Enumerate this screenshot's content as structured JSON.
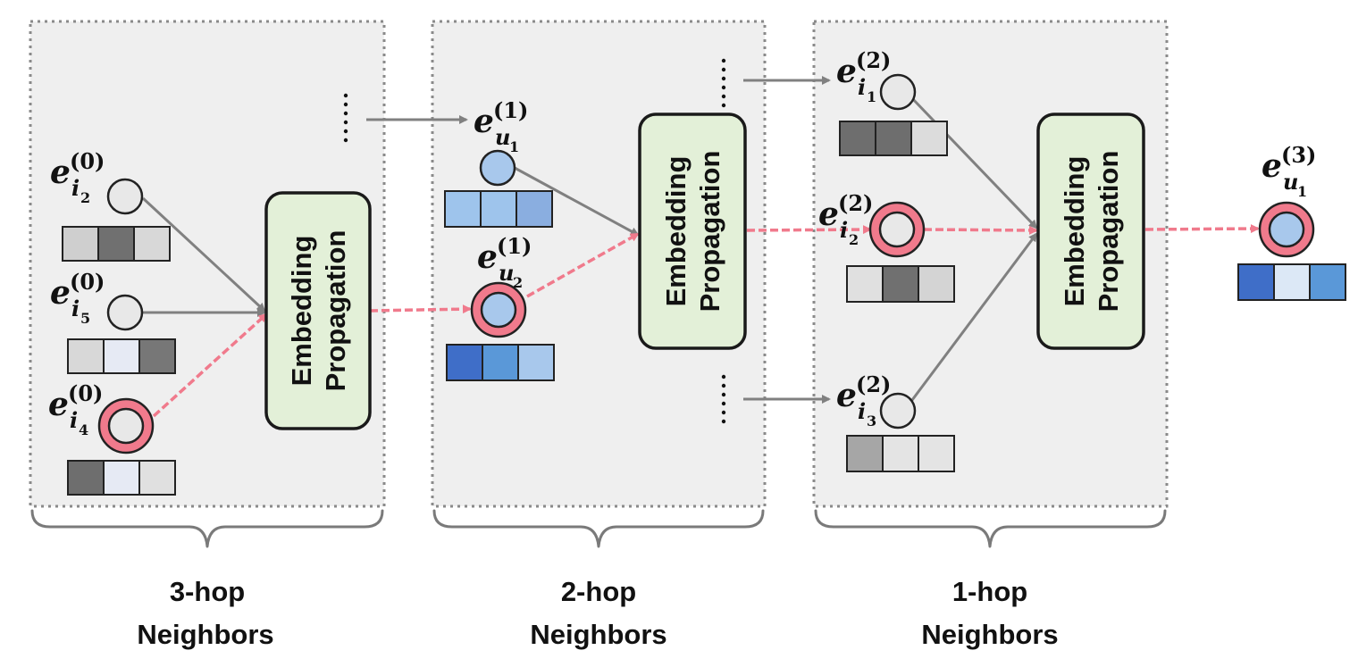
{
  "colors": {
    "panel_fill": "#efefef",
    "panel_border": "#8a8a8a",
    "propagation_fill": "#e3f0d8",
    "highlight_edge": "#f07a8c",
    "edge": "#808080",
    "item_node": "#e8e8e8",
    "user_node": "#a8c8ec"
  },
  "panels": [
    {
      "hop_line1": "3-hop",
      "hop_line2": "Neighbors"
    },
    {
      "hop_line1": "2-hop",
      "hop_line2": "Neighbors"
    },
    {
      "hop_line1": "1-hop",
      "hop_line2": "Neighbors"
    }
  ],
  "propagation_blocks": [
    {
      "line1": "Embedding",
      "line2": "Propagation"
    },
    {
      "line1": "Embedding",
      "line2": "Propagation"
    },
    {
      "line1": "Embedding",
      "line2": "Propagation"
    }
  ],
  "ellipsis": "......",
  "nodes": [
    {
      "id": "i2_0",
      "base": "e",
      "layer": "(0)",
      "sub": "i",
      "subsub": "2",
      "type": "item",
      "highlighted": false,
      "embedding": [
        "#cfcfcf",
        "#707070",
        "#d8d8d8"
      ]
    },
    {
      "id": "i5_0",
      "base": "e",
      "layer": "(0)",
      "sub": "i",
      "subsub": "5",
      "type": "item",
      "highlighted": false,
      "embedding": [
        "#d8d8d8",
        "#e6eaf4",
        "#777777"
      ]
    },
    {
      "id": "i4_0",
      "base": "e",
      "layer": "(0)",
      "sub": "i",
      "subsub": "4",
      "type": "item",
      "highlighted": true,
      "embedding": [
        "#6e6e6e",
        "#e6eaf4",
        "#e0e0e0"
      ]
    },
    {
      "id": "u1_1",
      "base": "e",
      "layer": "(1)",
      "sub": "u",
      "subsub": "1",
      "type": "user",
      "highlighted": false,
      "embedding": [
        "#9ec4ec",
        "#9ec4ec",
        "#8aaee0"
      ]
    },
    {
      "id": "u2_1",
      "base": "e",
      "layer": "(1)",
      "sub": "u",
      "subsub": "2",
      "type": "user",
      "highlighted": true,
      "embedding": [
        "#3f6ec8",
        "#5a98d8",
        "#a8c8ec"
      ]
    },
    {
      "id": "i1_2",
      "base": "e",
      "layer": "(2)",
      "sub": "i",
      "subsub": "1",
      "type": "item",
      "highlighted": false,
      "embedding": [
        "#6e6e6e",
        "#6e6e6e",
        "#dcdcdc"
      ]
    },
    {
      "id": "i2_2",
      "base": "e",
      "layer": "(2)",
      "sub": "i",
      "subsub": "2",
      "type": "item",
      "highlighted": true,
      "embedding": [
        "#e0e0e0",
        "#707070",
        "#d4d4d4"
      ]
    },
    {
      "id": "i3_2",
      "base": "e",
      "layer": "(2)",
      "sub": "i",
      "subsub": "3",
      "type": "item",
      "highlighted": false,
      "embedding": [
        "#a6a6a6",
        "#e4e4e4",
        "#e4e4e4"
      ]
    },
    {
      "id": "u1_3",
      "base": "e",
      "layer": "(3)",
      "sub": "u",
      "subsub": "1",
      "type": "user",
      "highlighted": true,
      "embedding": [
        "#3f6ec8",
        "#dce8f6",
        "#5a98d8"
      ]
    }
  ]
}
